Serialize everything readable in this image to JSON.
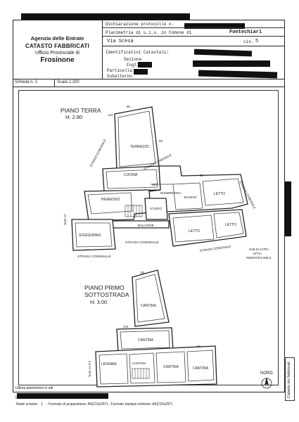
{
  "header": {
    "agency": "Agenzia delle Entrate",
    "department": "CATASTO FABBRICATI",
    "office": "Ufficio Provinciale di",
    "province": "Frosinone",
    "declaration_label": "Dichiarazione protocollo n.",
    "plan_label": "Planimetria di u.i.u. in Comune di",
    "municipality": "Fontechiari",
    "street": "Via Scesa",
    "civic_label": "civ.",
    "civic_number": "5",
    "identifiers_label": "Identificativi Catastali:",
    "section_label": "Sezione",
    "sheet_label": "Foglio",
    "parcel_label": "Particella",
    "subaltern_label": "Subalterno"
  },
  "scale_row": {
    "scheda_label": "Scheda n.",
    "scheda_number": "1",
    "scale_label": "Scala 1:",
    "scale_value": "200"
  },
  "ground_floor": {
    "title": "PIANO TERRA",
    "height": "H: 2.80",
    "rooms": {
      "terrazzo": "TERRAZZO",
      "cucina": "CUCINA",
      "wc": "WC",
      "disimpegno": "DISIMPEGNO",
      "bagno": "BAGNO",
      "letto_a": "LETTO",
      "ingresso": "INGRESSO",
      "studio": "STUDIO",
      "balcone": "BALCONE",
      "letto_b": "LETTO",
      "letto_c": "LETTO",
      "soggiorno": "SOGGIORNO"
    },
    "labels": {
      "strada_comunale_1": "STRADA COMUNALE",
      "strada_comunale_2": "STRADA COMUNALE",
      "strada_comunale_3": "STRADA COMUNALE",
      "strada_comunale_4": "STRADA COMUNALE",
      "strada_comunale_5": "STRADA COMUNALE",
      "strada_comunale_6": "STRADA COMUNALE",
      "sub12": "SUB 12",
      "sub_altra_ditta_1": "SUB DI ALTRA",
      "sub_altra_ditta_2": "DITTA",
      "sub_altra_ditta_3": "INDENTIFICABILE",
      "n55": "55",
      "n124": "124",
      "n56a": "56",
      "n56b": "56"
    }
  },
  "first_floor": {
    "title_1": "PIANO PRIMO",
    "title_2": "SOTTOSTRADA",
    "height": "H: 3.00",
    "rooms": {
      "cantina_a": "CANTINA",
      "cantina_b": "CANTINA",
      "legnaia": "LEGNAIA",
      "cantina_c": "CANTINA",
      "cantina_d": "CANTINA",
      "cantina_e": "CANTINA"
    },
    "labels": {
      "n55": "55",
      "n124": "124",
      "n56": "56",
      "sub12pt": "SUB 12 P.T."
    }
  },
  "north_label": "NORD",
  "footer": {
    "last_plan": "Ultima planimetria in atti",
    "date_label": "Data:",
    "total_sheets_label": "Totale schede:",
    "total_sheets_value": "1",
    "format_text": "- Formato di acquisizione: A4(210x297) - Formato stampa richiesto: A4(210x297)"
  },
  "side_text": "Catasto dei fabbricati"
}
